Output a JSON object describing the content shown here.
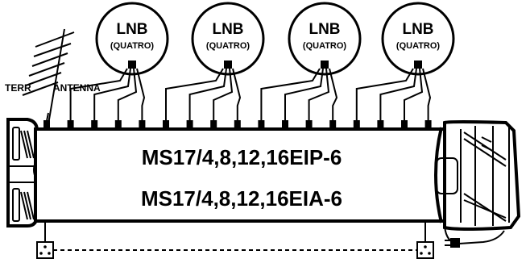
{
  "antenna": {
    "label_left": "TERR",
    "label_right": "ANTENNA"
  },
  "lnbs": [
    {
      "title": "LNB",
      "subtitle": "(QUATRO)"
    },
    {
      "title": "LNB",
      "subtitle": "(QUATRO)"
    },
    {
      "title": "LNB",
      "subtitle": "(QUATRO)"
    },
    {
      "title": "LNB",
      "subtitle": "(QUATRO)"
    }
  ],
  "multiswitch": {
    "models": [
      "MS17/4,8,12,16EIP-6",
      "MS17/4,8,12,16EIA-6"
    ]
  },
  "colors": {
    "stroke": "#000000",
    "background": "#ffffff"
  },
  "icons": [
    "antenna-icon",
    "lnb-dish-icon",
    "multiswitch-body",
    "power-plug-icon",
    "power-socket-icon"
  ]
}
